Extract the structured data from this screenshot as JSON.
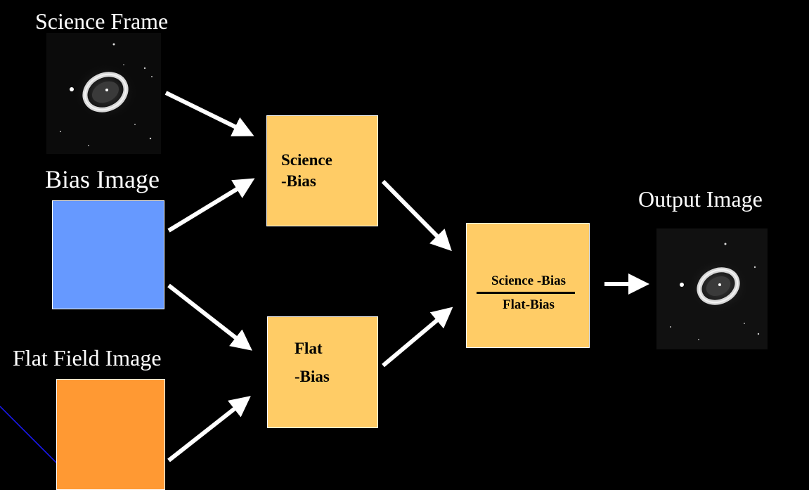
{
  "labels": {
    "science_frame": "Science Frame",
    "bias_image": "Bias Image",
    "flat_field_image": "Flat Field Image",
    "output_image": "Output Image"
  },
  "boxes": {
    "science_minus_bias": {
      "line1": "Science",
      "line2": "-Bias"
    },
    "flat_minus_bias": {
      "line1": "Flat",
      "line2": "-Bias"
    },
    "ratio": {
      "numerator": "Science -Bias",
      "denominator": "Flat-Bias"
    }
  },
  "colors": {
    "background": "#000000",
    "bias_swatch": "#6699ff",
    "flat_swatch": "#ff9933",
    "process_box": "#ffcc66",
    "arrow": "#ffffff",
    "accent_line": "#1a1aff"
  },
  "images": {
    "science_frame": "ring-nebula-photo",
    "output_image": "ring-nebula-photo"
  }
}
